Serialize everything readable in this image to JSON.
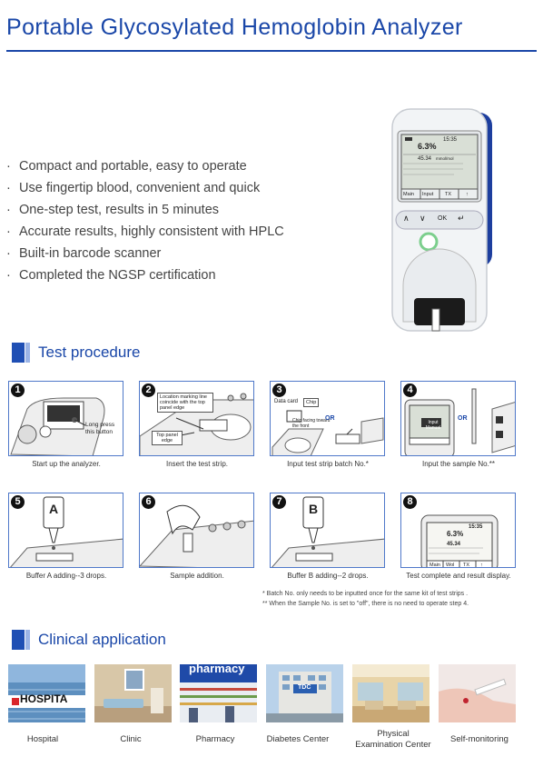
{
  "title": "Portable Glycosylated Hemoglobin Analyzer",
  "features": [
    "Compact and portable, easy to operate",
    "Use fingertip blood, convenient and quick",
    "One-step test, results in 5 minutes",
    "Accurate results, highly consistent with HPLC",
    "Built-in barcode scanner",
    "Completed the NGSP certification"
  ],
  "bullet": "·",
  "device": {
    "screen_time": "15:35",
    "screen_result": "6.3%",
    "screen_ifcc": "45.34",
    "screen_unit": "mmol/mol",
    "buttons": [
      "Main",
      "Input",
      "TX",
      "↑"
    ],
    "keys": [
      "∧",
      "∨",
      "OK",
      "↵"
    ]
  },
  "test_procedure": {
    "heading": "Test procedure",
    "steps": [
      {
        "num": "1",
        "caption": "Start up the analyzer.",
        "callout": "Long press\nthis button"
      },
      {
        "num": "2",
        "caption": "Insert the test strip.",
        "callout_a": "Location marking line coincide with the top panel edge",
        "callout_b": "Top panel edge"
      },
      {
        "num": "3",
        "caption": "Input test strip batch No.*",
        "callout_a": "Data card",
        "callout_b": "Chip",
        "callout_c": "Chip facing toward the front",
        "or": "OR"
      },
      {
        "num": "4",
        "caption": "Input the sample No.**",
        "screen_text": "Input Manual",
        "or": "OR"
      },
      {
        "num": "5",
        "caption": "Buffer A adding--3 drops.",
        "bottle": "A"
      },
      {
        "num": "6",
        "caption": "Sample addition."
      },
      {
        "num": "7",
        "caption": "Buffer B adding--2 drops.",
        "bottle": "B"
      },
      {
        "num": "8",
        "caption": "Test complete and result display.",
        "screen_time": "15:35",
        "screen_result": "6.3%",
        "screen_ifcc": "45.34",
        "buttons": [
          "Main",
          "Wol",
          "TX",
          "↑"
        ]
      }
    ],
    "notes": [
      "*  Batch No. only needs to be inputted once for the same kit of test strips .",
      "** When the Sample No.  is set to \"off\", there is no need to operate step 4."
    ]
  },
  "clinical_application": {
    "heading": "Clinical application",
    "items": [
      {
        "label": "Hospital",
        "sign": "HOSPITA"
      },
      {
        "label": "Clinic"
      },
      {
        "label": "Pharmacy",
        "sign": "pharmacy"
      },
      {
        "label": "Diabetes Center",
        "sign": "TDC"
      },
      {
        "label": "Physical\nExamination Center"
      },
      {
        "label": "Self-monitoring"
      }
    ]
  },
  "colors": {
    "brand_blue": "#1a47a8",
    "frame_blue": "#4f78c9",
    "device_blue": "#1d3e9e",
    "indicator_green": "#7ccf8d"
  }
}
